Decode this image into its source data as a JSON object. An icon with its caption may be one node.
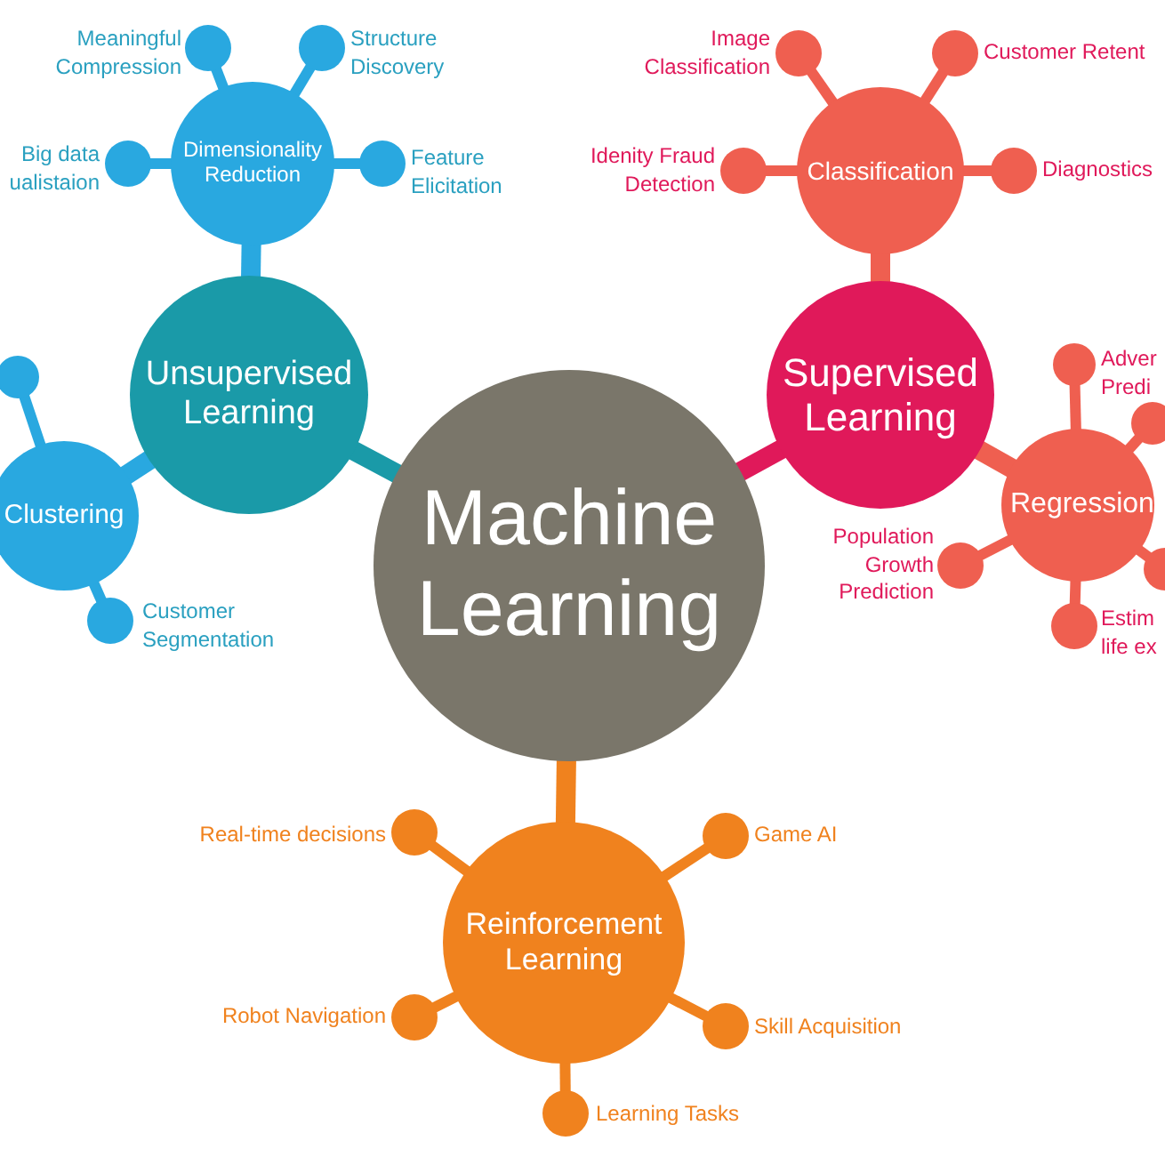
{
  "diagram": {
    "nodes": [
      {
        "text": [
          "Machine Learning"
        ]
      },
      {
        "text": [
          "Unsupervised Learning"
        ]
      },
      {
        "text": [
          "Dimensionality Reduction"
        ]
      },
      {
        "text": [],
        "shape": "circle",
        "beside": [
          "Meaningful Compression"
        ]
      },
      {
        "text": [],
        "shape": "circle",
        "beside": [
          "Structure Discovery"
        ]
      },
      {
        "text": [],
        "shape": "circle",
        "beside": [
          "Big data ualistaion"
        ]
      },
      {
        "text": [],
        "shape": "circle",
        "beside": [
          "Feature Elicitation"
        ]
      },
      {
        "text": [
          "Clustering"
        ]
      },
      {
        "text": [],
        "shape": "circle"
      },
      {
        "text": [],
        "shape": "circle",
        "beside": [
          "Customer Segmentation"
        ]
      },
      {
        "text": [
          "Supervised Learning"
        ]
      },
      {
        "text": [
          "Classification"
        ]
      },
      {
        "text": [],
        "shape": "circle",
        "beside": [
          "Image Classification"
        ]
      },
      {
        "text": [],
        "shape": "circle",
        "beside": [
          "Customer Retent"
        ]
      },
      {
        "text": [],
        "shape": "circle",
        "beside": [
          "Idenity Fraud Detection"
        ]
      },
      {
        "text": [],
        "shape": "circle",
        "beside": [
          "Diagnostics"
        ]
      },
      {
        "text": [
          "Regression"
        ]
      },
      {
        "text": [],
        "shape": "circle",
        "beside": [
          "Adver Predi"
        ]
      },
      {
        "text": [],
        "shape": "circle"
      },
      {
        "text": [],
        "shape": "circle",
        "beside": [
          "Population Growth Prediction"
        ]
      },
      {
        "text": [],
        "shape": "circle"
      },
      {
        "text": [],
        "shape": "circle",
        "beside": [
          "Estim life ex"
        ]
      },
      {
        "text": [
          "Reinforcement Learning"
        ]
      },
      {
        "text": [],
        "shape": "circle",
        "beside": [
          "Real-time decisions"
        ]
      },
      {
        "text": [],
        "shape": "circle",
        "beside": [
          "Game AI"
        ]
      },
      {
        "text": [],
        "shape": "circle",
        "beside": [
          "Robot Navigation"
        ]
      },
      {
        "text": [],
        "shape": "circle",
        "beside": [
          "Skill Acquisition"
        ]
      },
      {
        "text": [],
        "shape": "circle",
        "beside": [
          "Learning Tasks"
        ]
      }
    ],
    "edges": [
      {
        "from": 0,
        "to": 1,
        "arrow": "none",
        "color": "#1a9aa8",
        "style": "thick"
      },
      {
        "from": 0,
        "to": 10,
        "arrow": "none",
        "color": "#e0195a",
        "style": "thick"
      },
      {
        "from": 0,
        "to": 22,
        "arrow": "none",
        "color": "#f0821e",
        "style": "thick"
      },
      {
        "from": 1,
        "to": 2,
        "arrow": "none",
        "color": "#29a8e0",
        "style": "thick"
      },
      {
        "from": 1,
        "to": 7,
        "arrow": "none",
        "color": "#29a8e0",
        "style": "thick"
      },
      {
        "from": 2,
        "to": 3,
        "arrow": "none",
        "color": "#29a8e0"
      },
      {
        "from": 2,
        "to": 4,
        "arrow": "none",
        "color": "#29a8e0"
      },
      {
        "from": 2,
        "to": 5,
        "arrow": "none",
        "color": "#29a8e0"
      },
      {
        "from": 2,
        "to": 6,
        "arrow": "none",
        "color": "#29a8e0"
      },
      {
        "from": 7,
        "to": 8,
        "arrow": "none",
        "color": "#29a8e0"
      },
      {
        "from": 7,
        "to": 9,
        "arrow": "none",
        "color": "#29a8e0"
      },
      {
        "from": 10,
        "to": 11,
        "arrow": "none",
        "color": "#ef5f50",
        "style": "thick"
      },
      {
        "from": 10,
        "to": 16,
        "arrow": "none",
        "color": "#ef5f50",
        "style": "thick"
      },
      {
        "from": 11,
        "to": 12,
        "arrow": "none",
        "color": "#ef5f50"
      },
      {
        "from": 11,
        "to": 13,
        "arrow": "none",
        "color": "#ef5f50"
      },
      {
        "from": 11,
        "to": 14,
        "arrow": "none",
        "color": "#ef5f50"
      },
      {
        "from": 11,
        "to": 15,
        "arrow": "none",
        "color": "#ef5f50"
      },
      {
        "from": 16,
        "to": 17,
        "arrow": "none",
        "color": "#ef5f50"
      },
      {
        "from": 16,
        "to": 18,
        "arrow": "none",
        "color": "#ef5f50"
      },
      {
        "from": 16,
        "to": 19,
        "arrow": "none",
        "color": "#ef5f50"
      },
      {
        "from": 16,
        "to": 20,
        "arrow": "none",
        "color": "#ef5f50"
      },
      {
        "from": 16,
        "to": 21,
        "arrow": "none",
        "color": "#ef5f50"
      },
      {
        "from": 22,
        "to": 23,
        "arrow": "none",
        "color": "#f0821e"
      },
      {
        "from": 22,
        "to": 24,
        "arrow": "none",
        "color": "#f0821e"
      },
      {
        "from": 22,
        "to": 25,
        "arrow": "none",
        "color": "#f0821e"
      },
      {
        "from": 22,
        "to": 26,
        "arrow": "none",
        "color": "#f0821e"
      },
      {
        "from": 22,
        "to": 27,
        "arrow": "none",
        "color": "#f0821e"
      }
    ]
  }
}
